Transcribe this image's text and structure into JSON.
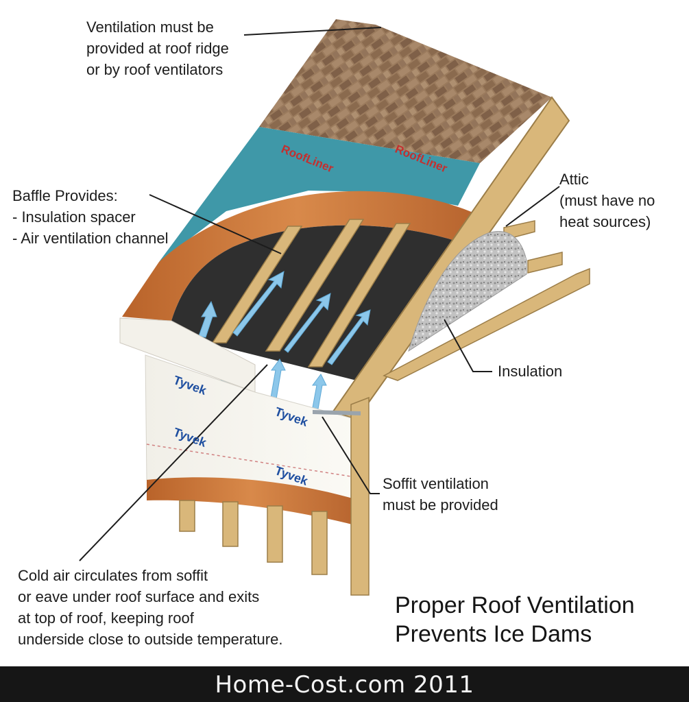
{
  "labels": {
    "ridge": [
      "Ventilation must be",
      "provided at roof ridge",
      "or by roof ventilators"
    ],
    "baffle": [
      "Baffle Provides:",
      "- Insulation spacer",
      "- Air ventilation channel"
    ],
    "attic": [
      "Attic",
      "(must have no",
      "heat sources)"
    ],
    "insulation": [
      "Insulation"
    ],
    "soffit": [
      "Soffit ventilation",
      "must be provided"
    ],
    "cold_air": [
      "Cold air circulates from soffit",
      "or eave under roof surface and exits",
      "at top of roof, keeping roof",
      "underside close to outside temperature."
    ]
  },
  "title": [
    "Proper Roof Ventilation",
    "Prevents Ice Dams"
  ],
  "footer": "Home-Cost.com 2011",
  "brands": {
    "underlayment": "RoofLiner",
    "housewrap": "Tyvek"
  },
  "colors": {
    "shingle": "#9a7a5c",
    "underlayment": "#3f98a8",
    "osb": "#c9783a",
    "baffle": "#2f2f2f",
    "airflow": "#8cc7ea",
    "lumber": "#d9b77a",
    "insulation": "#b9b9b9",
    "footer_bg": "#161616"
  }
}
